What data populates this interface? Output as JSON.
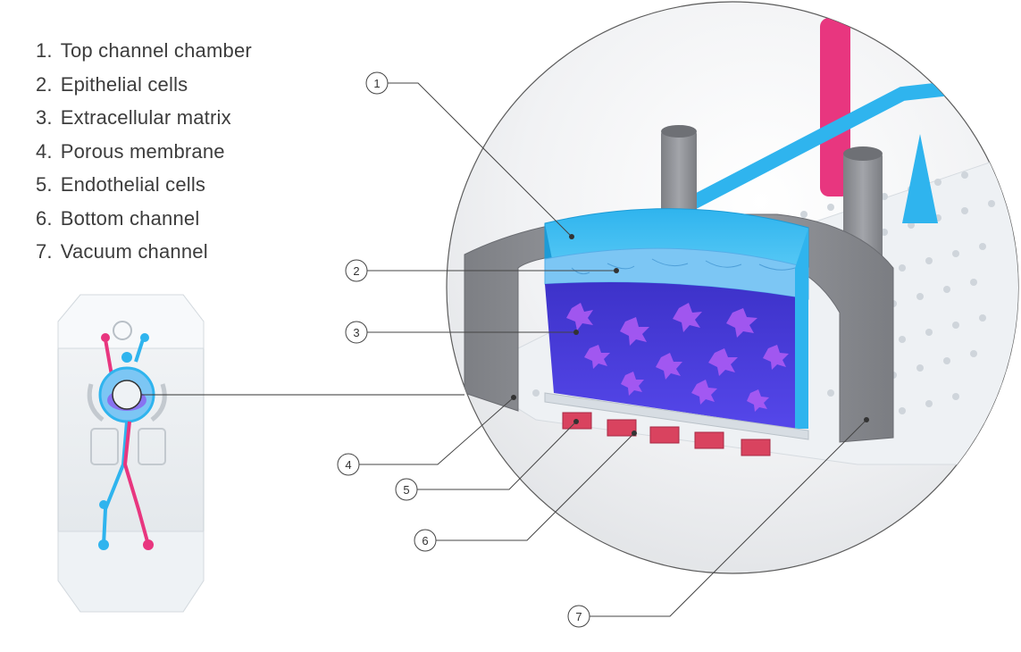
{
  "legend": [
    {
      "number": "1.",
      "label": "Top channel chamber"
    },
    {
      "number": "2.",
      "label": "Epithelial cells"
    },
    {
      "number": "3.",
      "label": "Extracellular matrix"
    },
    {
      "number": "4.",
      "label": "Porous membrane"
    },
    {
      "number": "5.",
      "label": "Endothelial cells"
    },
    {
      "number": "6.",
      "label": "Bottom channel"
    },
    {
      "number": "7.",
      "label": "Vacuum channel"
    }
  ],
  "callouts": [
    "1",
    "2",
    "3",
    "4",
    "5",
    "6",
    "7"
  ],
  "colors": {
    "top_channel": "#2fb4ee",
    "bottom_channel": "#e8367f",
    "matrix": "#4b3ee0",
    "matrix_cells": "#b15cf5",
    "epithelial": "#7cc6f4",
    "endothelial": "#d9435f",
    "housing": "#8c8e93",
    "chip": "#e9eef2",
    "leader": "#444444"
  },
  "icons": {
    "chip": "organ-chip-icon",
    "magnified_view": "chip-cross-section-illustration"
  }
}
